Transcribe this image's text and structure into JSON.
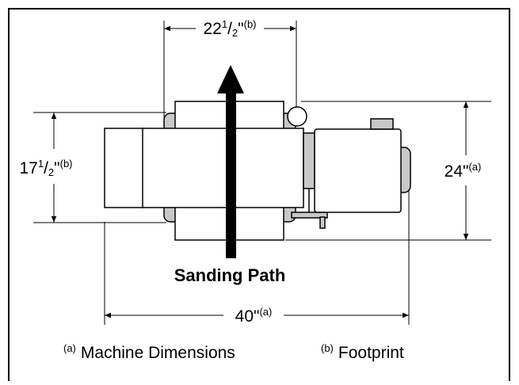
{
  "dimensions": {
    "top_width": {
      "whole": "22",
      "frac_num": "1",
      "frac_den": "2",
      "unit": "\"",
      "note": "(b)"
    },
    "left_depth": {
      "whole": "17",
      "frac_num": "1",
      "frac_den": "2",
      "unit": "\"",
      "note": "(b)"
    },
    "right_depth": {
      "whole": "24",
      "unit": "\"",
      "note": "(a)"
    },
    "bottom_width": {
      "whole": "40",
      "unit": "\"",
      "note": "(a)"
    }
  },
  "arrow_label": "Sanding Path",
  "legend": {
    "a_key": "(a)",
    "a_text": "Machine Dimensions",
    "b_key": "(b)",
    "b_text": "Footprint"
  }
}
